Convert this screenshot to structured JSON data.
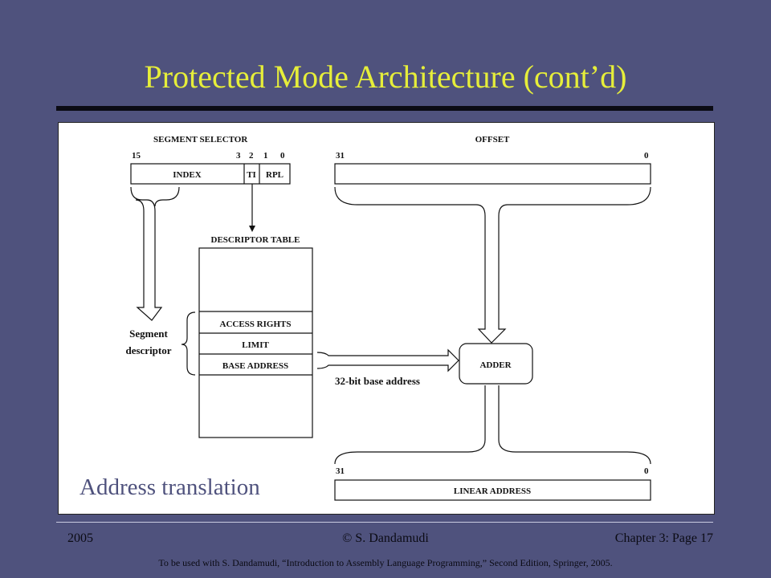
{
  "slide": {
    "title": "Protected Mode Architecture (cont’d)",
    "caption": "Address translation"
  },
  "diagram": {
    "segment_selector": {
      "label": "SEGMENT SELECTOR",
      "bits": [
        "15",
        "3",
        "2",
        "1",
        "0"
      ],
      "fields": [
        "INDEX",
        "TI",
        "RPL"
      ]
    },
    "offset": {
      "label": "OFFSET",
      "bits": [
        "31",
        "0"
      ]
    },
    "descriptor_table": {
      "label": "DESCRIPTOR TABLE",
      "rows": [
        "ACCESS RIGHTS",
        "LIMIT",
        "BASE ADDRESS"
      ]
    },
    "segment_descriptor_label": [
      "Segment",
      "descriptor"
    ],
    "adder_label": "ADDER",
    "base_address_label": "32-bit base address",
    "linear_address": {
      "label": "LINEAR ADDRESS",
      "bits": [
        "31",
        "0"
      ]
    }
  },
  "footer": {
    "year": "2005",
    "author": "© S. Dandamudi",
    "page": "Chapter 3: Page 17",
    "note": "To be used with S. Dandamudi, “Introduction to Assembly Language Programming,” Second Edition, Springer, 2005."
  }
}
